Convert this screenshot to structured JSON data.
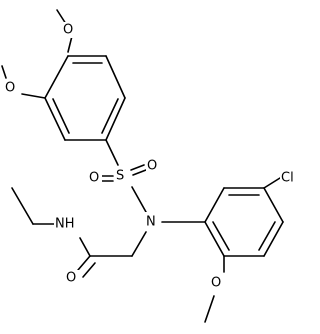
{
  "molecule": {
    "atoms": {
      "o_top": "O",
      "o_left": "O",
      "o_sulfonyl_left": "O",
      "s": "S",
      "o_sulfonyl_right": "O",
      "cl": "Cl",
      "nh": "NH",
      "n": "N",
      "o_amide": "O",
      "o_bottom": "O"
    }
  }
}
